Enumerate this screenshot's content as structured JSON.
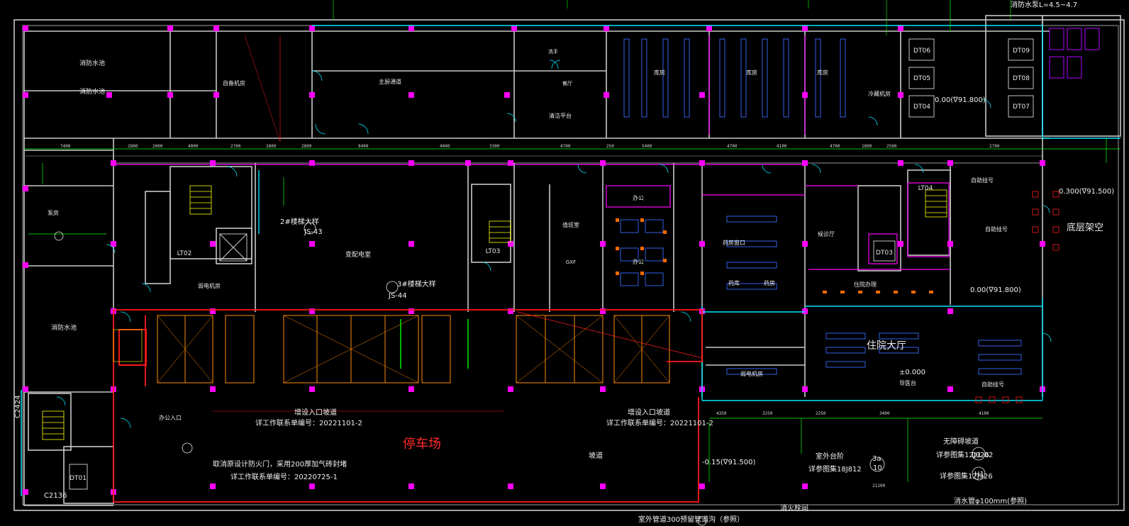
{
  "rooms": {
    "fire_pool_top": "消防水池",
    "fire_pool_bottom": "消防水池",
    "fire_pool_label": "消防水池",
    "self_supply": "自备机房",
    "kitchen": "主厨通道",
    "washroom": "洗手",
    "dining": "餐厅",
    "cleaning": "清洁平台",
    "storage1": "库房",
    "storage2": "库房",
    "storage3": "库房",
    "pharmacy_store": "药库",
    "cold_storage": "冷藏机房",
    "lt02": "LT02",
    "lt03": "LT03",
    "lt04": "LT04",
    "pump": "泵房",
    "power_room": "变配电室",
    "low_voltage": "弱电机房",
    "office1": "办公",
    "office2": "办公",
    "duty": "值班室",
    "pharmacy_window": "药房窗口",
    "pharmacy": "药房",
    "nurse": "住院办理",
    "lobby": "住院大厅",
    "self_service1": "自助挂号",
    "self_service2": "自助挂号",
    "self_service3": "自助挂号",
    "info_desk": "导医台",
    "stilt": "底层架空",
    "waiting": "候诊厅",
    "gx": "GXF",
    "office_entry": "办公入口",
    "dt01": "DT01",
    "dt05": "DT05",
    "dt06": "DT06",
    "dt04": "DT04",
    "dt07": "DT07",
    "dt08": "DT08",
    "dt09": "DT09",
    "dt03": "DT03"
  },
  "annotations": {
    "parking": "停车场",
    "ramp_left": "增设入口坡道",
    "ramp_right": "增设入口坡道",
    "ticket_left": "详工作联系单编号：20221101-2",
    "ticket_right": "详工作联系单编号：20221101-2",
    "fire_door_note": "取消原设计防火门，采用200厚加气砖封堵",
    "ticket_bottom": "详工作联系单编号：20220725-1",
    "elev_right": "0.300(∇91.500)",
    "elev_center": "0.00(∇91.800)",
    "elev_top": "0.00(∇91.800)",
    "elev_bottom": "-0.15(∇91.500)",
    "zero_mark": "±0.000",
    "bottom_note": "室外管道300预留管道沟（参照）",
    "gas_note": "消火栓间",
    "water_note": "消水管φ100mm(参照)",
    "ramp_slope": "无障碍坡道",
    "ref1": "详参图集12J926",
    "ref2": "详参图集12J926",
    "ref3": "详参图集18J812",
    "stair_note": "室外台阶",
    "ramp_label": "坡道",
    "c2424": "C2424",
    "c2136": "C2136",
    "col_top": "消防水泵L=4.5~4.7",
    "mid_note": "2#楼梯大样",
    "mid_note2": "3#楼梯大样",
    "cs1": "JS-43",
    "cs2": "JS-44",
    "cs3": "D1-02",
    "cs4": "H1",
    "cs5": "10",
    "cs6": "3a"
  },
  "colors": {
    "wall": "#c8c8c8",
    "magenta": "#ff00ff",
    "cyan": "#00e5ff",
    "red": "#ff1a1a",
    "orange": "#ff8a00",
    "green": "#00ff00",
    "yellow": "#ffff00",
    "blue": "#3a6cff",
    "purple": "#b400ff"
  }
}
